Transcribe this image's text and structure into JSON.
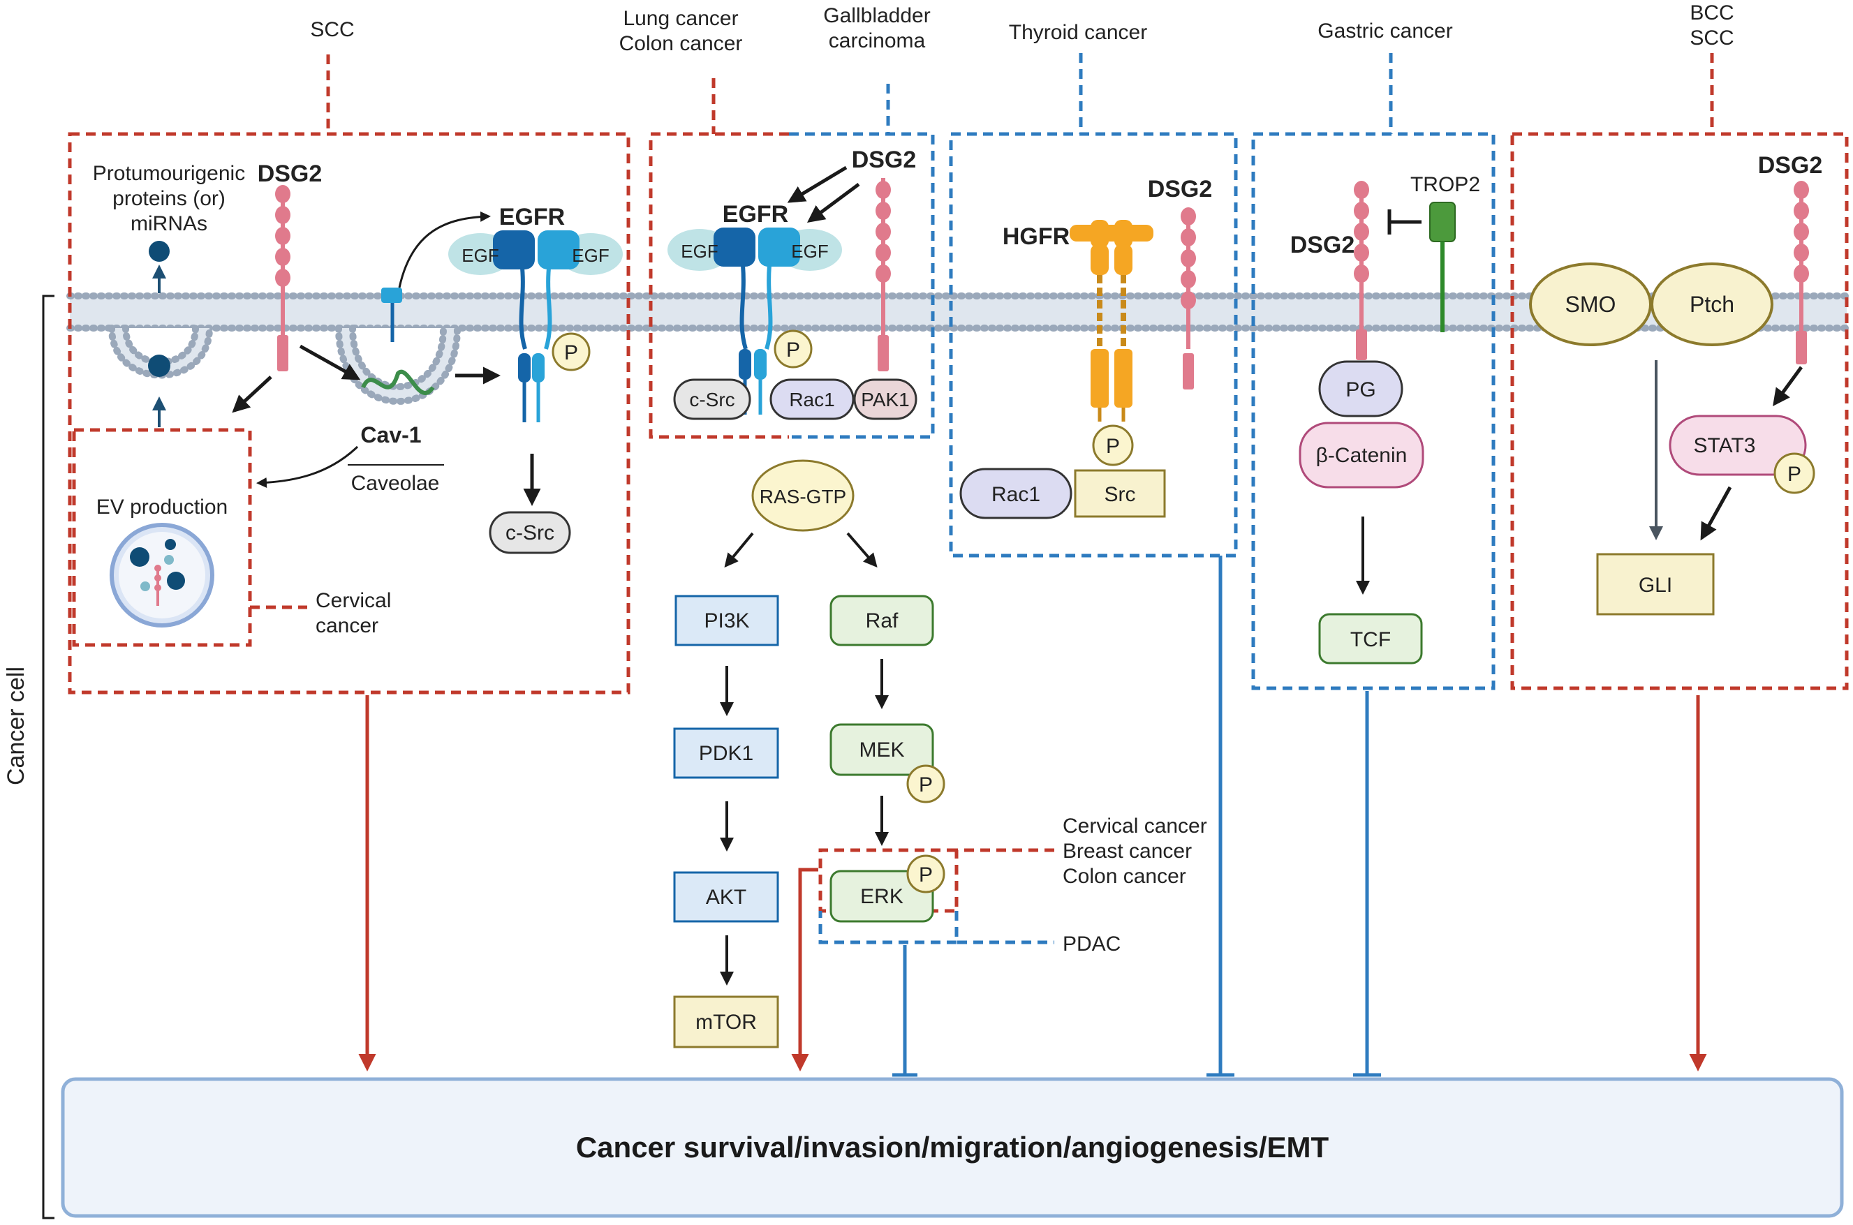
{
  "regions": {
    "scc": "SCC",
    "lung": [
      "Lung cancer",
      "Colon cancer"
    ],
    "gallbladder": [
      "Gallbladder",
      "carcinoma"
    ],
    "thyroid": "Thyroid cancer",
    "gastric": "Gastric cancer",
    "bcc": [
      "BCC",
      "SCC"
    ],
    "cervical_small": [
      "Cervical",
      "cancer"
    ],
    "erk_red": [
      "Cervical cancer",
      "Breast cancer",
      "Colon cancer"
    ],
    "pdac": "PDAC",
    "cancer_cell": "Cancer cell"
  },
  "panel1": {
    "protumour": [
      "Protumourigenic",
      "proteins (or)",
      "miRNAs"
    ],
    "dsg2": "DSG2",
    "egfr": "EGFR",
    "egf": "EGF",
    "p": "P",
    "cav1": "Cav-1",
    "caveolae": "Caveolae",
    "ev": "EV production",
    "csrc": "c-Src"
  },
  "panel2": {
    "dsg2": "DSG2",
    "egfr": "EGFR",
    "egf": "EGF",
    "p": "P",
    "csrc": "c-Src",
    "rac1": "Rac1",
    "pak1": "PAK1"
  },
  "pathway": {
    "ras": "RAS-GTP",
    "pi3k": "PI3K",
    "pdk1": "PDK1",
    "akt": "AKT",
    "mtor": "mTOR",
    "raf": "Raf",
    "mek": "MEK",
    "erk": "ERK",
    "p": "P"
  },
  "panel3": {
    "hgfr": "HGFR",
    "dsg2": "DSG2",
    "p": "P",
    "rac1": "Rac1",
    "src": "Src"
  },
  "panel4": {
    "dsg2": "DSG2",
    "trop2": "TROP2",
    "pg": "PG",
    "bcat": "β-Catenin",
    "tcf": "TCF"
  },
  "panel5": {
    "dsg2": "DSG2",
    "smo": "SMO",
    "ptch": "Ptch",
    "stat3": "STAT3",
    "p": "P",
    "gli": "GLI"
  },
  "outcome": "Cancer survival/invasion/migration/angiogenesis/EMT",
  "colors": {
    "red": "#c0392b",
    "blue": "#2e7bbf",
    "dsg2_pink": "#e07a8c",
    "membrane": "#a9b6c6",
    "egfr_dark": "#1565a8",
    "egfr_light": "#29a3d8",
    "hgfr": "#f5a623",
    "trop2": "#4c9a3c",
    "outcome_fill": "#eef3fa",
    "outcome_stroke": "#8fb0d8"
  }
}
